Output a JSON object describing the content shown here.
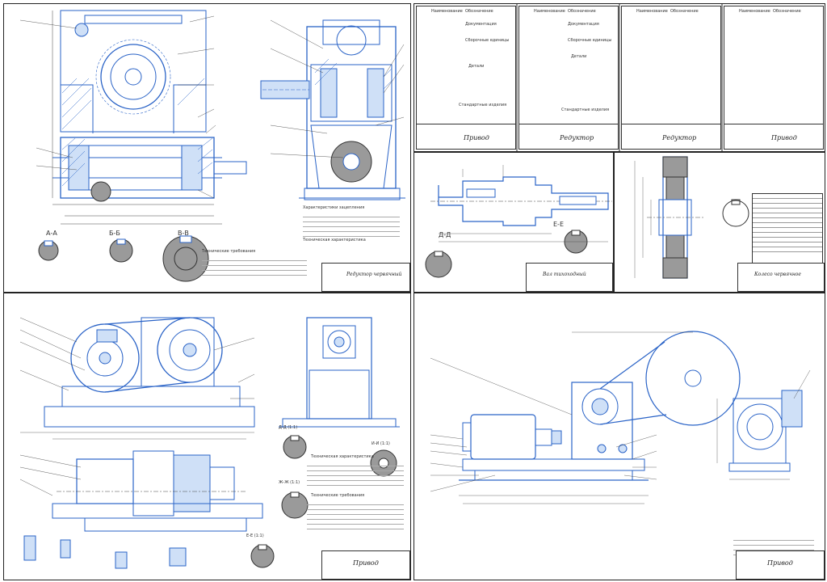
{
  "sheets": {
    "reducer": {
      "sections": {
        "aa": "А-А",
        "bb": "Б-Б",
        "vv": "В-В"
      },
      "char_title": "Характеристики зацепления",
      "tech_char_title": "Техническая характеристика",
      "tech_req_title": "Технические требования",
      "title": "Редуктор червячный"
    },
    "specs": {
      "col_name": "Наименование",
      "col_designation": "Обозначение",
      "section_docs": "Документация",
      "section_assembly": "Сборочные единицы",
      "section_details": "Детали",
      "section_standard": "Стандартные изделия",
      "title_drive": "Привод",
      "title_reducer": "Редуктор"
    },
    "shaft": {
      "sections": {
        "dd": "Д-Д",
        "ee": "Е-Е"
      },
      "title": "Вал тихоходный"
    },
    "wheel": {
      "title": "Колесо червячное"
    },
    "drive_assembly": {
      "sections": {
        "dd": "Д-Д (1:1)",
        "ii": "И-И (1:1)",
        "zhzh": "Ж-Ж (1:1)",
        "ee": "Е-Е (1:1)"
      },
      "tech_char_title": "Техническая характеристика",
      "tech_req_title": "Технические требования",
      "title": "Привод"
    },
    "general_view": {
      "title": "Привод"
    }
  },
  "colors": {
    "line": "#2a63c7",
    "hatch": "#2a63c7",
    "fill_blue": "#cfe0f7",
    "fill_gray": "#9a9a9a",
    "frame": "#222222"
  }
}
